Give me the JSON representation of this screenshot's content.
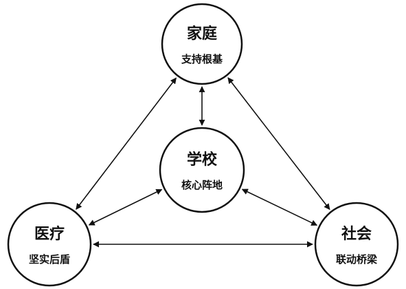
{
  "nodes": [
    {
      "id": "family",
      "title": "家庭",
      "subtitle": "支持根基"
    },
    {
      "id": "school",
      "title": "学校",
      "subtitle": "核心阵地"
    },
    {
      "id": "medical",
      "title": "医疗",
      "subtitle": "坚实后盾"
    },
    {
      "id": "society",
      "title": "社会",
      "subtitle": "联动桥梁"
    }
  ],
  "edges": [
    {
      "from": "family",
      "to": "school",
      "bidirectional": true
    },
    {
      "from": "family",
      "to": "medical",
      "bidirectional": true
    },
    {
      "from": "family",
      "to": "society",
      "bidirectional": true
    },
    {
      "from": "school",
      "to": "medical",
      "bidirectional": true
    },
    {
      "from": "school",
      "to": "society",
      "bidirectional": true
    },
    {
      "from": "medical",
      "to": "society",
      "bidirectional": true
    }
  ],
  "colors": {
    "stroke": "#111111",
    "background": "#ffffff"
  }
}
